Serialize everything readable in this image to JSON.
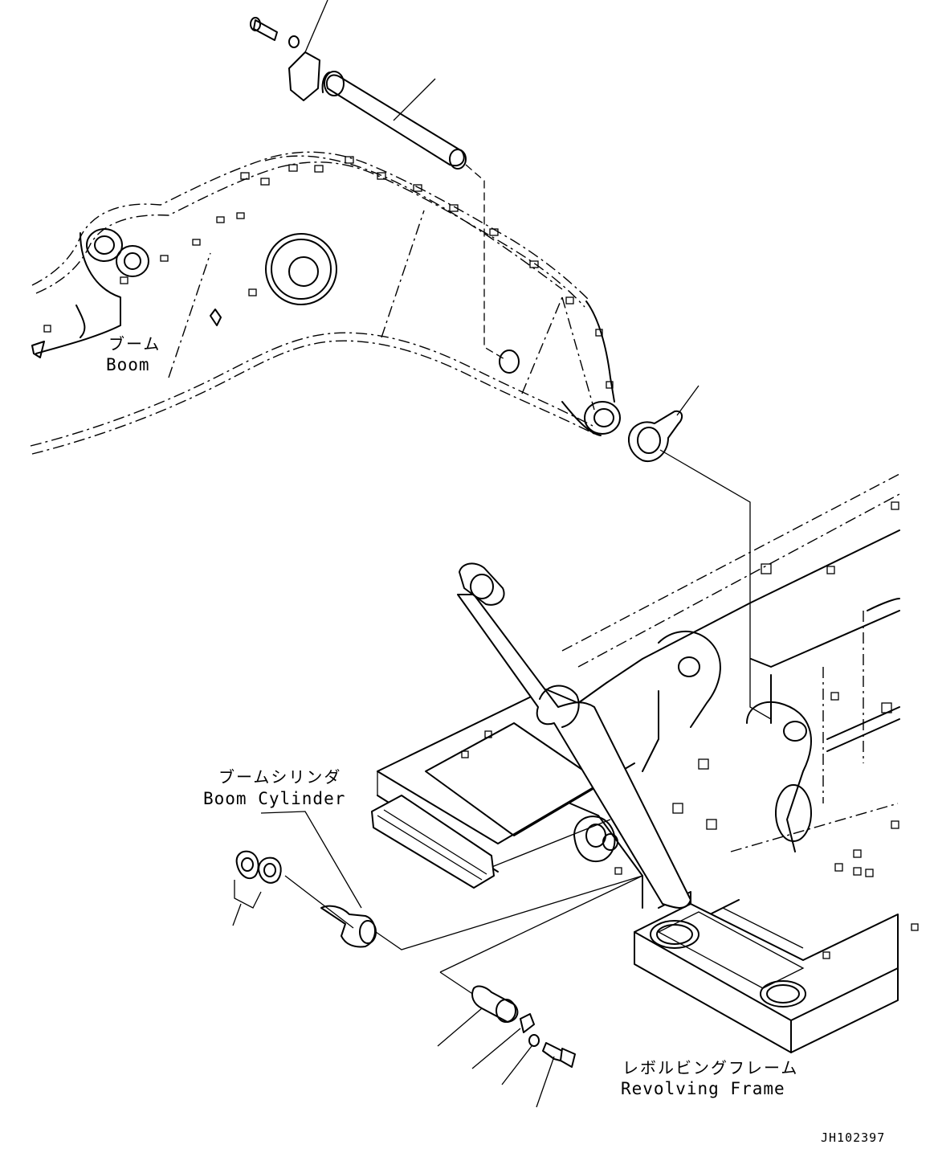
{
  "labels": {
    "boom_jp": "ブーム",
    "boom_en": "Boom",
    "boom_cylinder_jp": "ブームシリンダ",
    "boom_cylinder_en": "Boom Cylinder",
    "revolving_frame_jp": "レボルビングフレーム",
    "revolving_frame_en": "Revolving Frame",
    "drawing_code": "JH102397"
  }
}
